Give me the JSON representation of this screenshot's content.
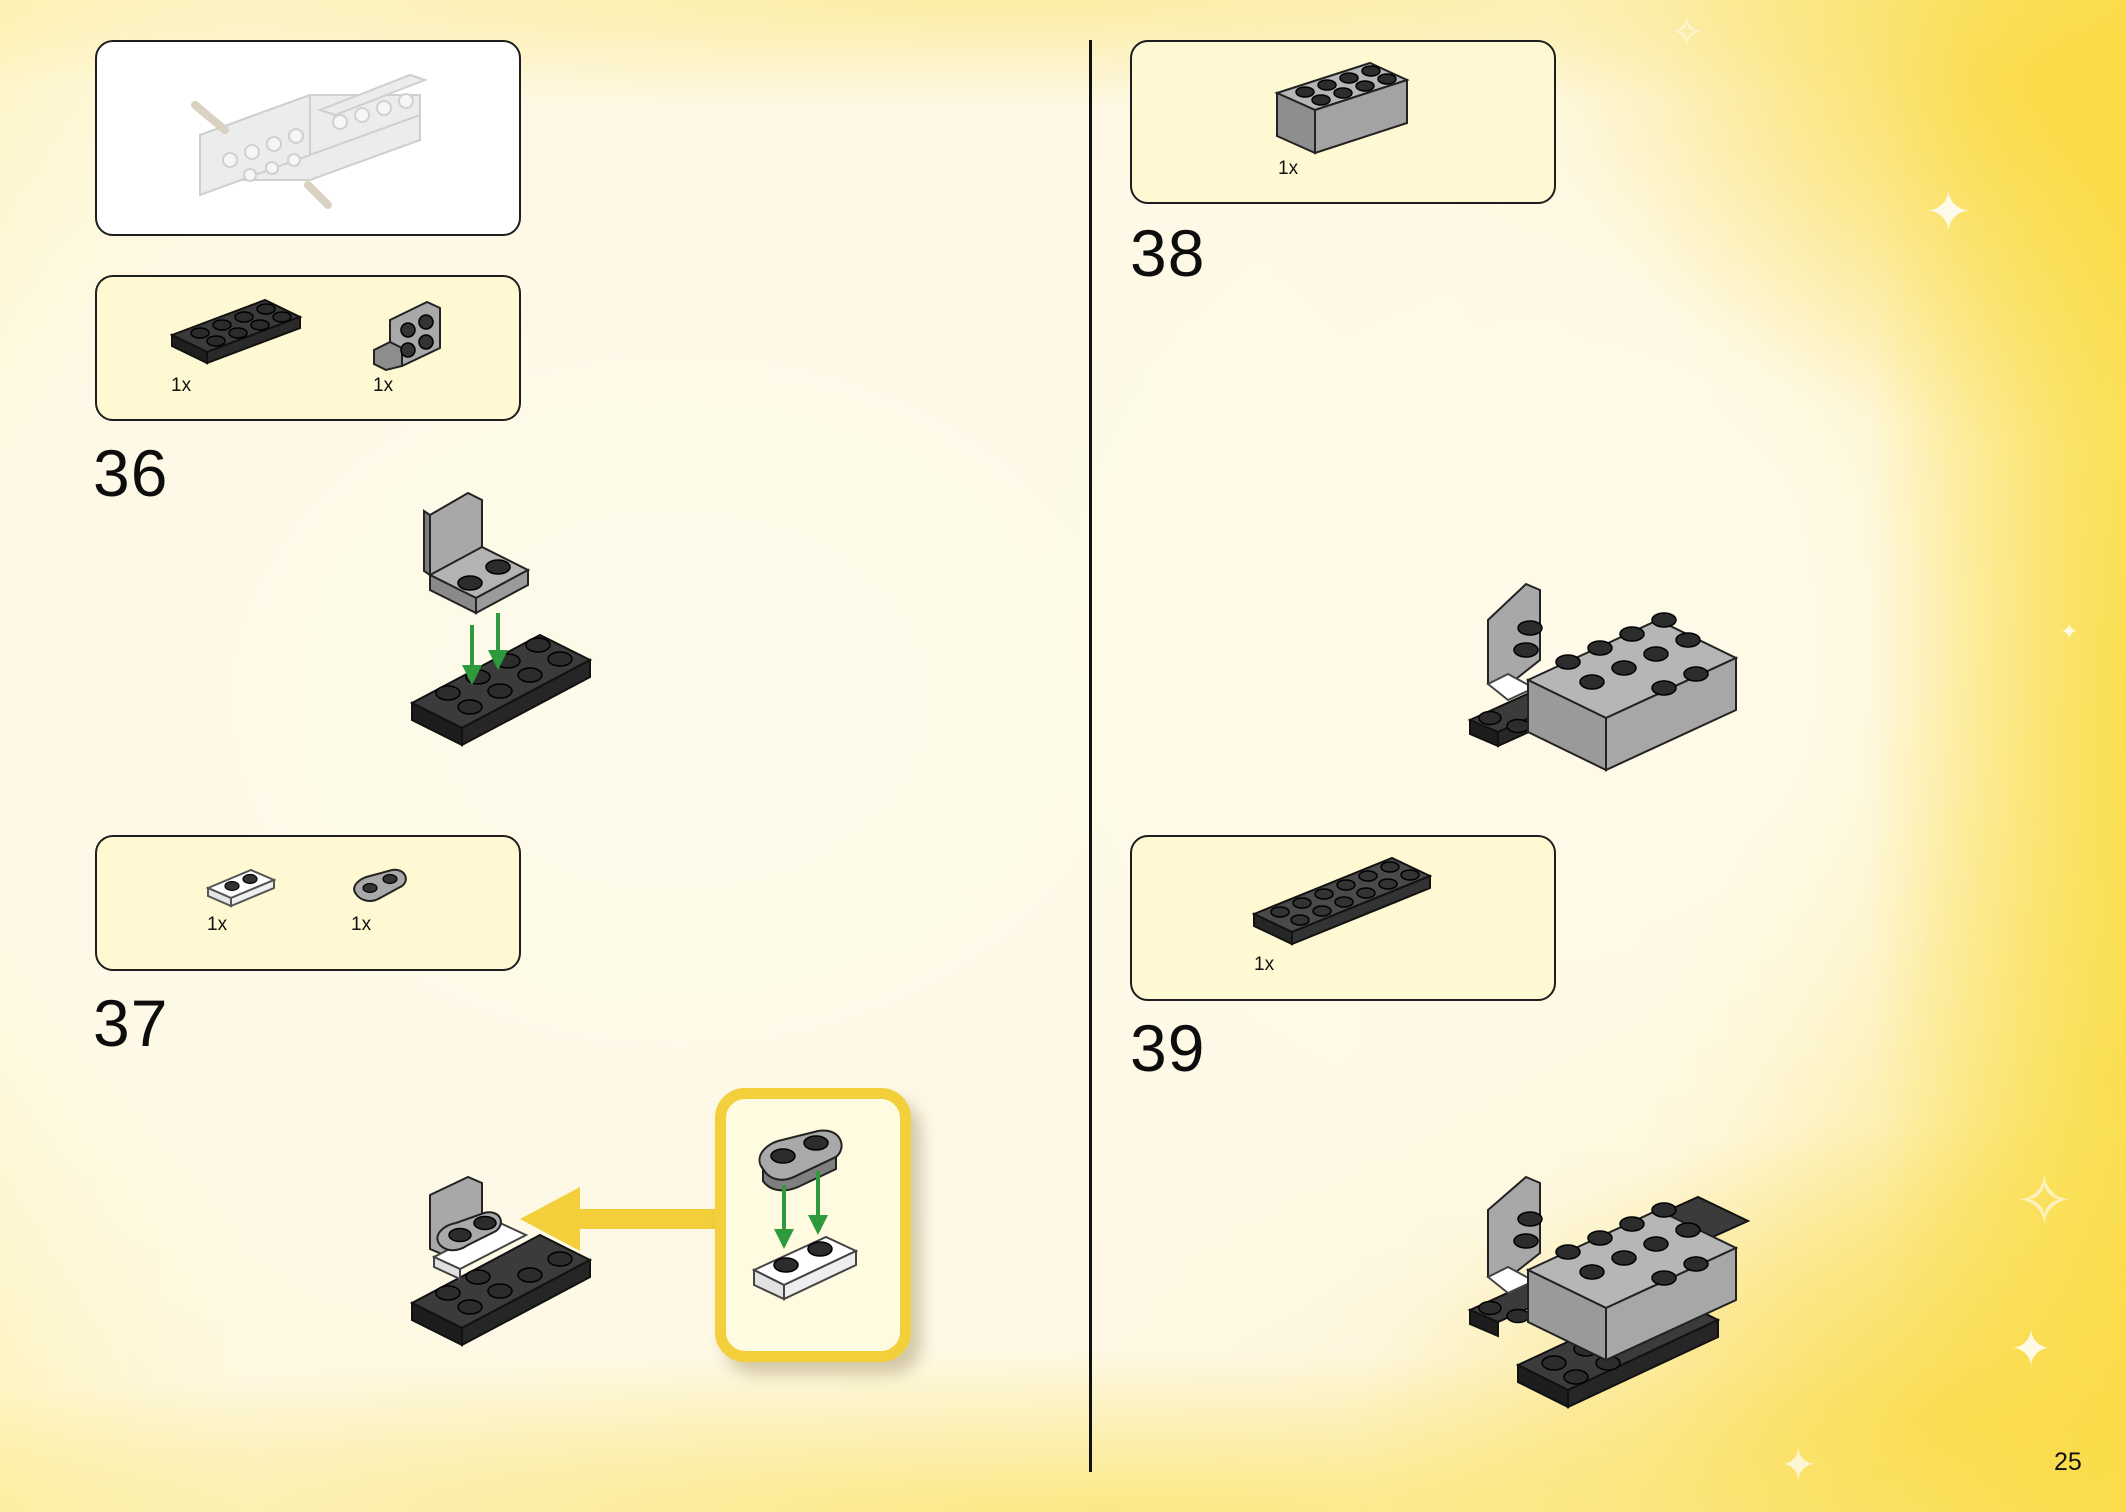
{
  "page_number": "25",
  "steps": {
    "step36": {
      "number": "36",
      "parts": [
        {
          "qty": "1x"
        },
        {
          "qty": "1x"
        }
      ]
    },
    "step37": {
      "number": "37",
      "parts": [
        {
          "qty": "1x"
        },
        {
          "qty": "1x"
        }
      ]
    },
    "step38": {
      "number": "38",
      "parts": [
        {
          "qty": "1x"
        }
      ]
    },
    "step39": {
      "number": "39",
      "parts": [
        {
          "qty": "1x"
        }
      ]
    }
  },
  "colors": {
    "accent_yellow": "#f2cf3b",
    "panel_fill": "#fff9d3",
    "arrow_green": "#2e9a3e",
    "brick_dark": "#2b2b2b",
    "brick_grey": "#a9a9a9"
  }
}
